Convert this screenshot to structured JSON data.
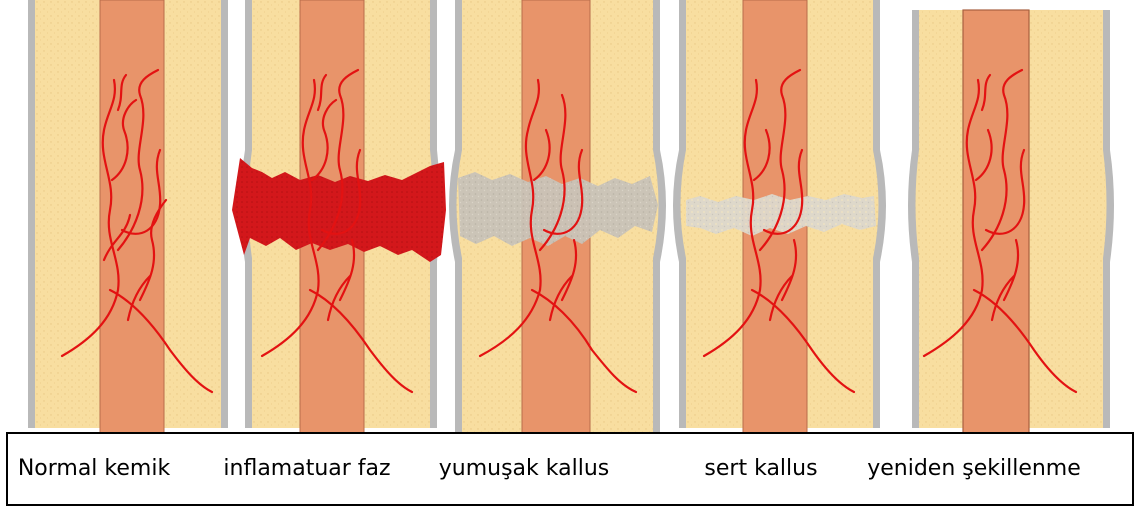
{
  "figure": {
    "stages": [
      {
        "id": "normal",
        "label": "Normal kemik"
      },
      {
        "id": "inflammatory",
        "label": "inflamatuar faz"
      },
      {
        "id": "soft-callus",
        "label": "yumuşak kallus"
      },
      {
        "id": "hard-callus",
        "label": "sert kallus"
      },
      {
        "id": "remodeling",
        "label": "yeniden şekillenme"
      }
    ],
    "colors": {
      "cortex": "#f8dea0",
      "cortex_dots": "#e9c784",
      "periosteum": "#b9b9b9",
      "marrow": "#e8946a",
      "vessel": "#e31212",
      "hematoma": "#d6161a",
      "soft_callus": "#c7c2b8",
      "hard_callus": "#dcd7cc"
    }
  }
}
